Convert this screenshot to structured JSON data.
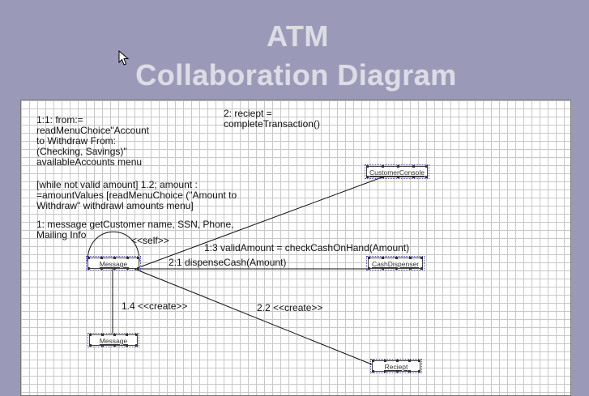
{
  "title": {
    "line1": "ATM",
    "line2": "Collaboration Diagram"
  },
  "diagram": {
    "objects": {
      "customer_console": "CustomerConsole",
      "message_main": "Message",
      "cash_dispenser": "CashDispenser",
      "message_created": "Message",
      "receipt": "Reciept"
    },
    "messages": {
      "m_1_1": "1:1: from:=\nreadMenuChoice\"Account\nto Withdraw From:\n(Checking, Savings)\"\navailableAccounts menu",
      "m_1_2": "[while not valid amount] 1.2; amount :\n=amountValues [readMenuChoice (\"Amount to\nWithdraw\" withdrawl amounts menu]",
      "m_1": "1: message getCustomer name, SSN, Phone,\nMailing Info",
      "m_self": "<<self>>",
      "m_2": "2: reciept =\ncompleteTransaction()",
      "m_1_3": "1:3 validAmount = checkCashOnHand(Amount)",
      "m_2_1": "2:1 dispenseCash(Amount)",
      "m_1_4": "1.4 <<create>>",
      "m_2_2": "2.2 <<create>>"
    }
  }
}
